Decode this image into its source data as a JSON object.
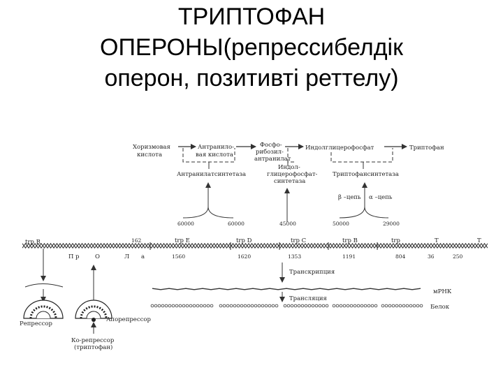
{
  "title": {
    "line1": "ТРИПТОФАН",
    "line2": "ОПЕРОНЫ(репрессибелдік",
    "line3": "оперон, позитивті реттелу)"
  },
  "pathway": {
    "nodes": [
      {
        "l1": "Хоризмовая",
        "l2": "кислота"
      },
      {
        "l1": "Антранило-",
        "l2": "вая кислота"
      },
      {
        "l1": "Фосфо-",
        "l2": "рибозил-",
        "l3": "антранилат"
      },
      {
        "l1": "Индолглицерофосфат"
      },
      {
        "l1": "Триптофан"
      }
    ],
    "enzymes": [
      {
        "l1": "Антранилатсинтетаза"
      },
      {
        "l1": "Индол-",
        "l2": "глицерофосфат-",
        "l3": "синтетаза"
      },
      {
        "l1": "Триптофансинтетаза"
      }
    ],
    "subunits": [
      "β –цепь",
      "α –цепь"
    ],
    "weights": [
      "60000",
      "60000",
      "45000",
      "50000",
      "29000"
    ]
  },
  "dna": {
    "genes": [
      "trp R",
      "162",
      "trp E",
      "trp D",
      "trp C",
      "trp B",
      "trp",
      "T",
      "T"
    ],
    "regions": [
      "П",
      "р",
      "О",
      "Л",
      "а"
    ],
    "lengths": [
      "1560",
      "1620",
      "1353",
      "1191",
      "804",
      "36",
      "250"
    ]
  },
  "process": {
    "transcription": "Транскрипция",
    "translation": "Трансляция",
    "mrna": "мРНК",
    "protein": "Белок"
  },
  "regulation": {
    "repressor": "Репрессор",
    "aporepressor": "Апорепрессор",
    "corepressor_l1": "Ко-репрессор",
    "corepressor_l2": "(триптофан)"
  }
}
